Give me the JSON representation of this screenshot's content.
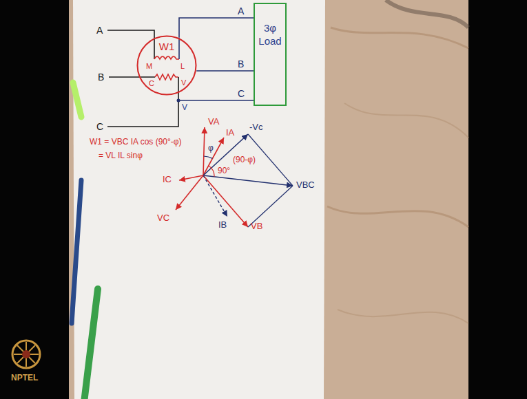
{
  "diagram": {
    "nodes": [
      {
        "text": [
          "W1"
        ]
      },
      {
        "text": [
          "3φ Load"
        ]
      }
    ],
    "edges": [
      {
        "from": 0,
        "to": 1,
        "arrow": "none"
      },
      {
        "from": 0,
        "to": 1,
        "arrow": "none"
      }
    ],
    "labels": [
      "A",
      "B",
      "C",
      "M",
      "L",
      "C",
      "V",
      "A",
      "B",
      "C",
      "V",
      "W1 = VBC IA cos (90°-φ)",
      "= VL IL sinφ",
      "VA",
      "IA",
      "-Vc",
      "VBC",
      "VB",
      "IB",
      "IC",
      "VC",
      "φ",
      "90°",
      "(90-φ)",
      "NPTEL"
    ]
  }
}
